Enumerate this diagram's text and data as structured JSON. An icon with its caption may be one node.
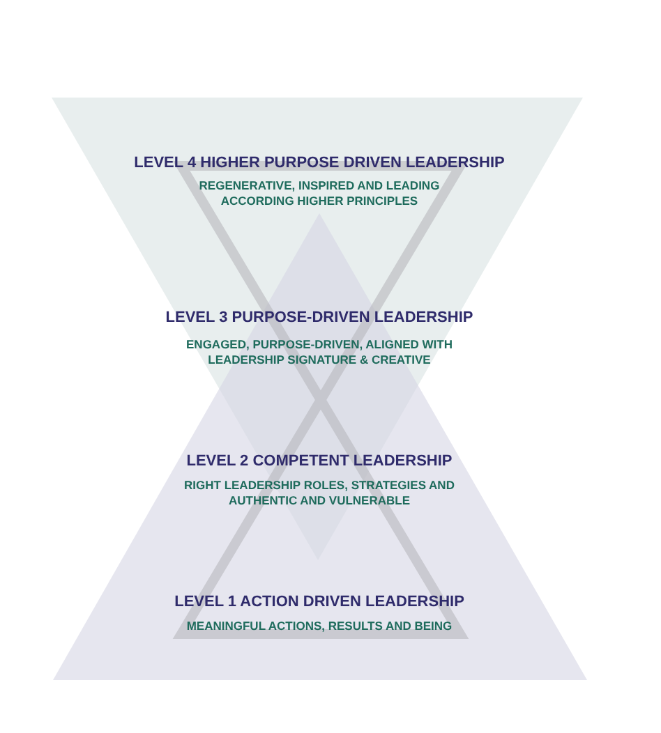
{
  "diagram": {
    "labels": [
      "LEVEL 4 HIGHER PURPOSE DRIVEN LEADERSHIP",
      "REGENERATIVE, INSPIRED AND LEADING ACCORDING HIGHER PRINCIPLES",
      "LEVEL 3 PURPOSE-DRIVEN LEADERSHIP",
      "ENGAGED, PURPOSE-DRIVEN, ALIGNED WITH LEADERSHIP SIGNATURE & CREATIVE",
      "LEVEL 2 COMPETENT LEADERSHIP",
      "RIGHT LEADERSHIP ROLES, STRATEGIES AND AUTHENTIC AND VULNERABLE",
      "LEVEL 1 ACTION DRIVEN LEADERSHIP",
      "MEANINGFUL ACTIONS, RESULTS AND BEING"
    ]
  }
}
